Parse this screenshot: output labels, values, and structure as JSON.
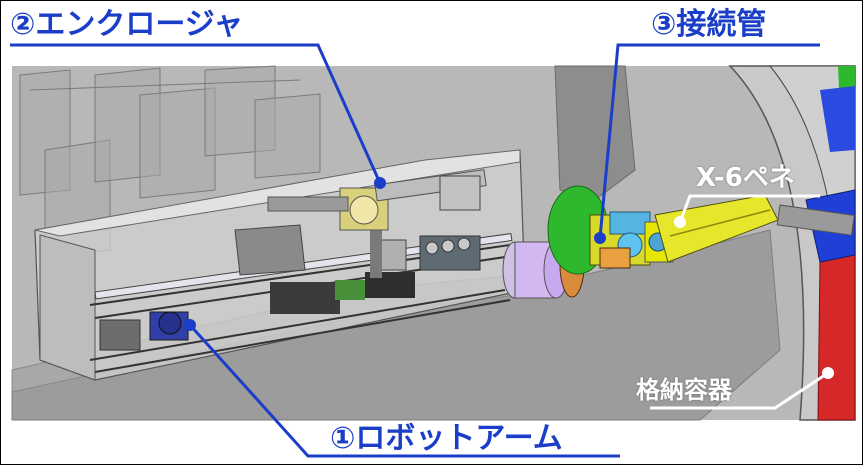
{
  "labels": {
    "enclosure": "②エンクロージャ",
    "connection_pipe": "③接続管",
    "robot_arm": "①ロボットアーム",
    "x6_penetration": "X-6ペネ",
    "containment_vessel": "格納容器"
  },
  "colors": {
    "label_blue": "#1a3ec8",
    "leader_line_blue": "#1a3ec8",
    "leader_line_white": "#ffffff",
    "background_gray": "#b5b5b5",
    "platform_gray": "#9a9a9a",
    "enclosure_glass": "#c8c8c8",
    "pipe_yellow": "#e6e600",
    "flange_green": "#2db82d",
    "flange_purple": "#c9a6e6",
    "vessel_red": "#d62828",
    "vessel_blue": "#1f3fd6",
    "vessel_green": "#2eb82e"
  }
}
